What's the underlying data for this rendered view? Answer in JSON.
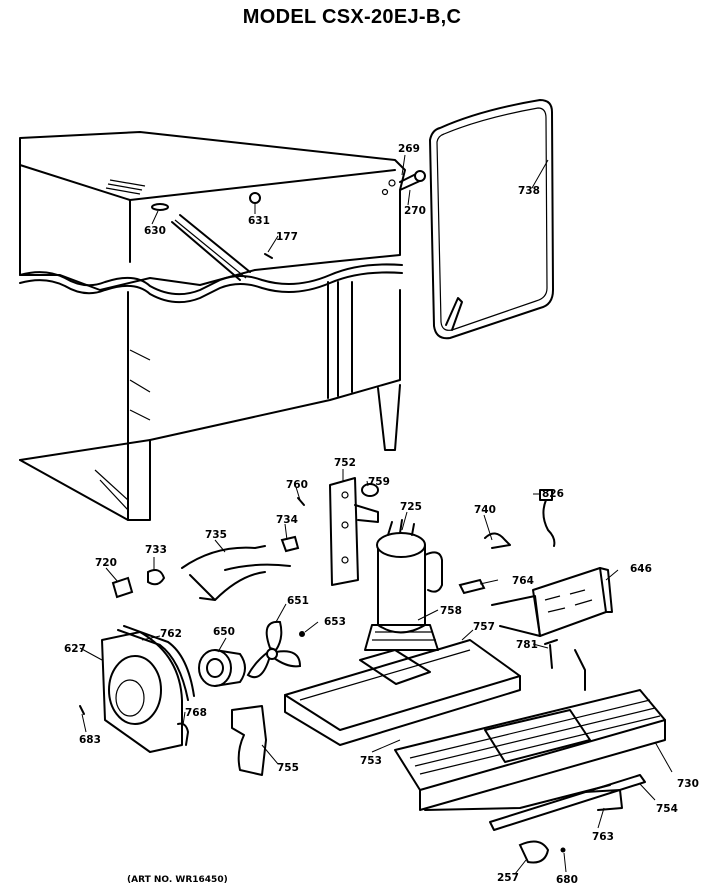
{
  "title": "MODEL CSX-20EJ-B,C",
  "art_number": "(ART NO. WR16450)",
  "callouts": [
    "269",
    "270",
    "738",
    "630",
    "631",
    "177",
    "760",
    "752",
    "759",
    "725",
    "740",
    "826",
    "735",
    "734",
    "720",
    "733",
    "764",
    "646",
    "758",
    "757",
    "781",
    "651",
    "653",
    "650",
    "762",
    "627",
    "768",
    "683",
    "755",
    "753",
    "730",
    "754",
    "763",
    "257",
    "680"
  ]
}
